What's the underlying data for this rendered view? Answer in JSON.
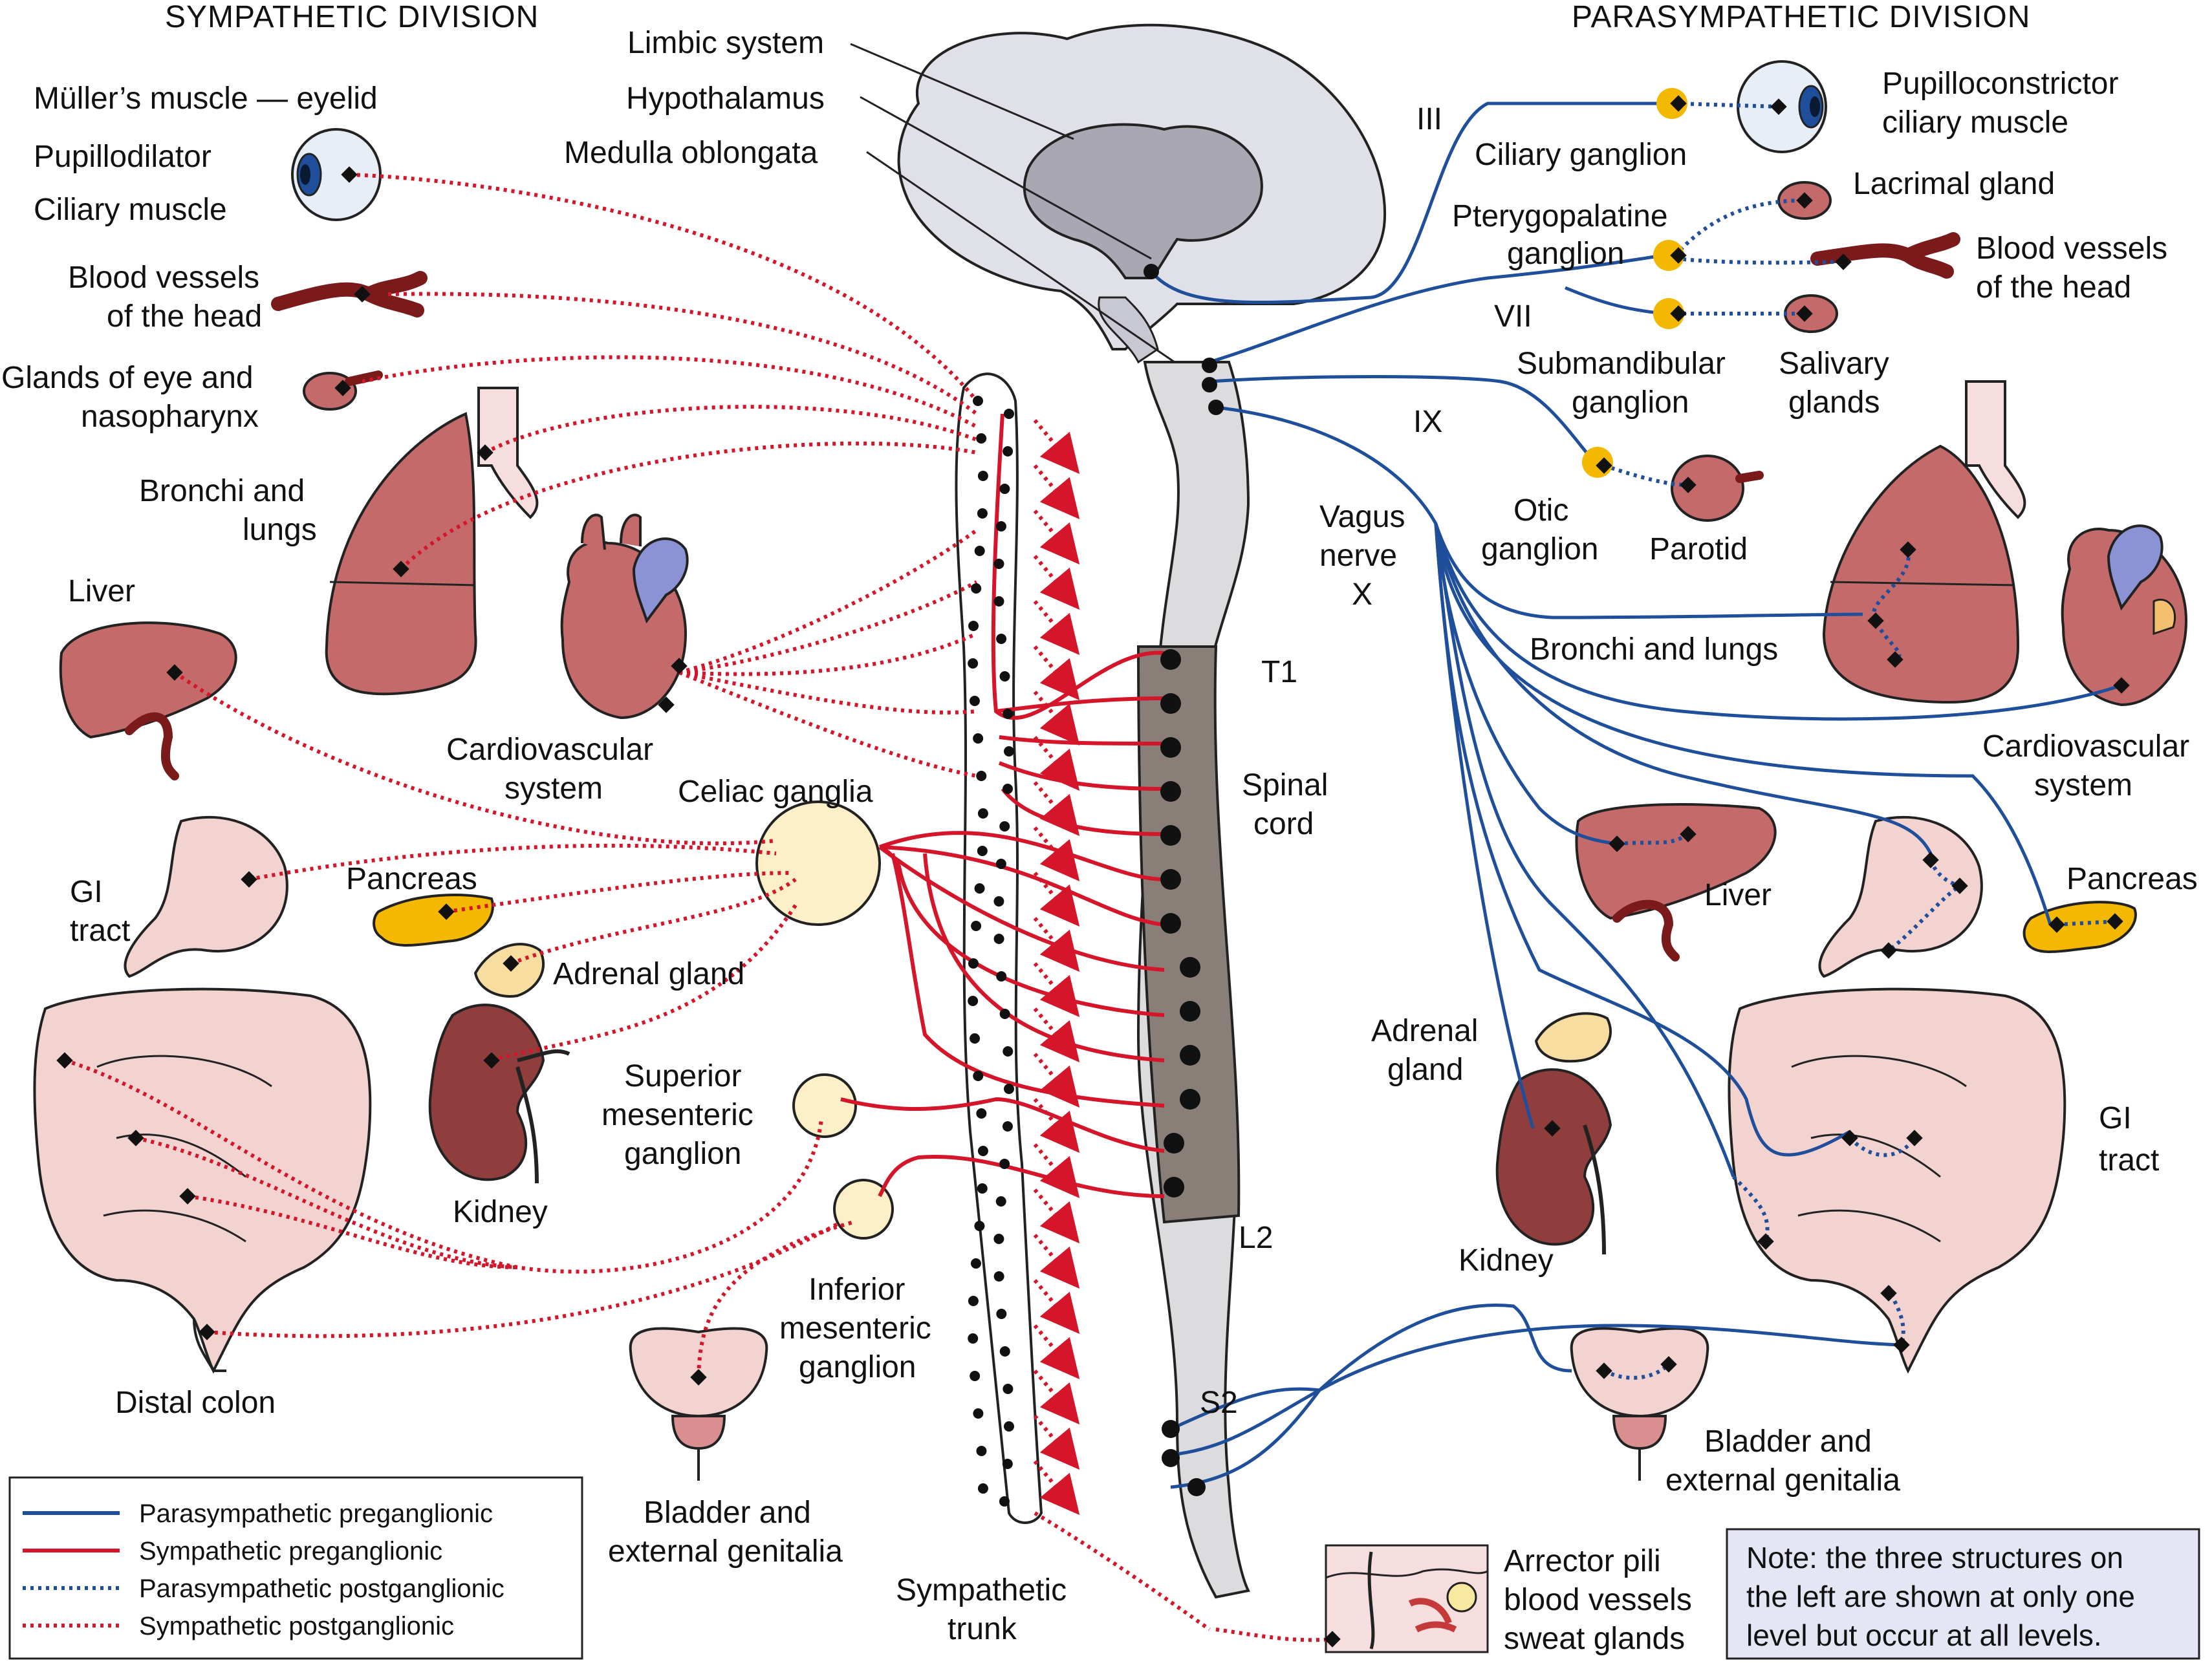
{
  "headers": {
    "left": "SYMPATHETIC DIVISION",
    "right": "PARASYMPATHETIC DIVISION"
  },
  "labels": {
    "muller": "Müller’s muscle — eyelid",
    "pupillodilator": "Pupillodilator",
    "ciliary_muscle": "Ciliary muscle",
    "bv_head_1": "Blood vessels",
    "bv_head_2": "of the head",
    "glands_eye_1": "Glands of eye and",
    "glands_eye_2": "nasopharynx",
    "bronchi_1": "Bronchi and",
    "bronchi_2": "lungs",
    "liver": "Liver",
    "cardio_1": "Cardiovascular",
    "cardio_2": "system",
    "celiac": "Celiac ganglia",
    "gi_1": "GI",
    "gi_2": "tract",
    "pancreas": "Pancreas",
    "adrenal": "Adrenal gland",
    "kidney": "Kidney",
    "sup_mes_1": "Superior",
    "sup_mes_2": "mesenteric",
    "sup_mes_3": "ganglion",
    "inf_mes_1": "Inferior",
    "inf_mes_2": "mesenteric",
    "inf_mes_3": "ganglion",
    "distal_colon": "Distal colon",
    "bladder_1": "Bladder and",
    "bladder_2": "external genitalia",
    "symp_trunk_1": "Sympathetic",
    "symp_trunk_2": "trunk",
    "limbic": "Limbic system",
    "hypothalamus": "Hypothalamus",
    "medulla": "Medulla oblongata",
    "t1": "T1",
    "spinal_1": "Spinal",
    "spinal_2": "cord",
    "l2": "L2",
    "s2": "S2",
    "arrector_1": "Arrector pili",
    "arrector_2": "blood vessels",
    "arrector_3": "sweat glands",
    "cn3": "III",
    "ciliary_ganglion": "Ciliary ganglion",
    "pupillo_1": "Pupilloconstrictor",
    "pupillo_2": "ciliary muscle",
    "lacrimal": "Lacrimal gland",
    "ptery_1": "Pterygopalatine",
    "ptery_2": "ganglion",
    "r_bv_1": "Blood vessels",
    "r_bv_2": "of the head",
    "cn7": "VII",
    "submand_1": "Submandibular",
    "submand_2": "ganglion",
    "salivary_1": "Salivary",
    "salivary_2": "glands",
    "cn9": "IX",
    "otic_1": "Otic",
    "otic_2": "ganglion",
    "parotid": "Parotid",
    "vagus_1": "Vagus",
    "vagus_2": "nerve",
    "vagus_3": "X",
    "r_bronchi": "Bronchi and lungs",
    "r_cardio_1": "Cardiovascular",
    "r_cardio_2": "system",
    "r_liver": "Liver",
    "r_pancreas": "Pancreas",
    "r_adrenal_1": "Adrenal",
    "r_adrenal_2": "gland",
    "r_gi_1": "GI",
    "r_gi_2": "tract",
    "r_kidney": "Kidney",
    "r_bladder_1": "Bladder and",
    "r_bladder_2": "external genitalia"
  },
  "legend": {
    "items": [
      {
        "label": "Parasympathetic preganglionic",
        "color": "#1f4e9a",
        "style": "solid"
      },
      {
        "label": "Sympathetic preganglionic",
        "color": "#d4152a",
        "style": "solid"
      },
      {
        "label": "Parasympathetic postganglionic",
        "color": "#1f4e9a",
        "style": "dotted"
      },
      {
        "label": "Sympathetic postganglionic",
        "color": "#d4152a",
        "style": "dotted"
      }
    ]
  },
  "note": {
    "line1": "Note: the three structures on",
    "line2": "the left are shown at only one",
    "line3": "level but occur at all levels."
  },
  "colors": {
    "sympathetic": "#d4152a",
    "parasympathetic": "#1f4e9a",
    "organ": "#c46a6a",
    "gi": "#f2d3d0",
    "ganglion": "#f5b800",
    "spinal_dark": "#8a7f78",
    "brain": "#dfe0e8",
    "note_bg": "#e4e6f4"
  }
}
